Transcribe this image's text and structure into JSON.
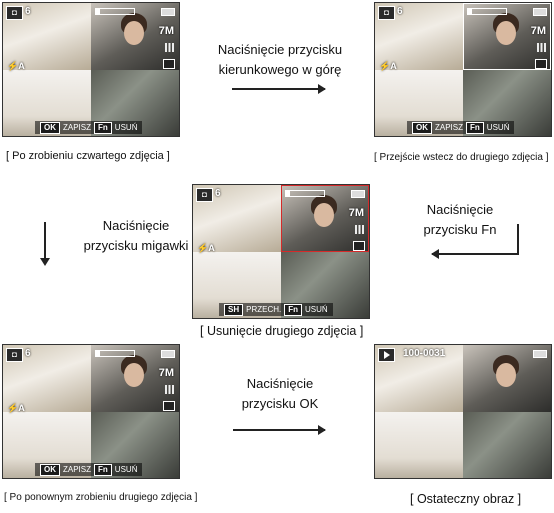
{
  "screens": [
    {
      "mode_icon": "camera-icon",
      "count": "6",
      "progress": 0.1,
      "resolution": "7M",
      "flash": "⚡A",
      "keys": [
        {
          "key": "OK",
          "label": "ZAPISZ"
        },
        {
          "key": "Fn",
          "label": "USUŃ"
        }
      ],
      "caption": "[ Po zrobieniu czwartego zdjęcia ]"
    },
    {
      "mode_icon": "camera-icon",
      "count": "6",
      "progress": 0.1,
      "resolution": "7M",
      "flash": "⚡A",
      "keys": [
        {
          "key": "OK",
          "label": "ZAPISZ"
        },
        {
          "key": "Fn",
          "label": "USUŃ"
        }
      ],
      "caption": "[ Przejście wstecz do drugiego zdjęcia ]"
    },
    {
      "mode_icon": "camera-icon",
      "count": "6",
      "progress": 0.1,
      "resolution": "7M",
      "flash": "⚡A",
      "keys": [
        {
          "key": "SH",
          "label": "PRZECH."
        },
        {
          "key": "Fn",
          "label": "USUŃ"
        }
      ],
      "caption": "[ Usunięcie drugiego zdjęcia ]"
    },
    {
      "mode_icon": "camera-icon",
      "count": "6",
      "progress": 0.1,
      "resolution": "7M",
      "flash": "⚡A",
      "keys": [
        {
          "key": "OK",
          "label": "ZAPISZ"
        },
        {
          "key": "Fn",
          "label": "USUŃ"
        }
      ],
      "caption": "[ Po ponownym zrobieniu drugiego zdjęcia ]"
    },
    {
      "mode_icon": "play-icon",
      "file_number": "100-0031",
      "caption": "[ Ostateczny obraz ]"
    }
  ],
  "instructions": {
    "step1": [
      "Naciśnięcie przycisku",
      "kierunkowego w górę"
    ],
    "step2": [
      "Naciśnięcie",
      "przycisku Fn"
    ],
    "step3": [
      "Naciśnięcie",
      "przycisku migawki"
    ],
    "step4": [
      "Naciśnięcie",
      "przycisku OK"
    ]
  }
}
